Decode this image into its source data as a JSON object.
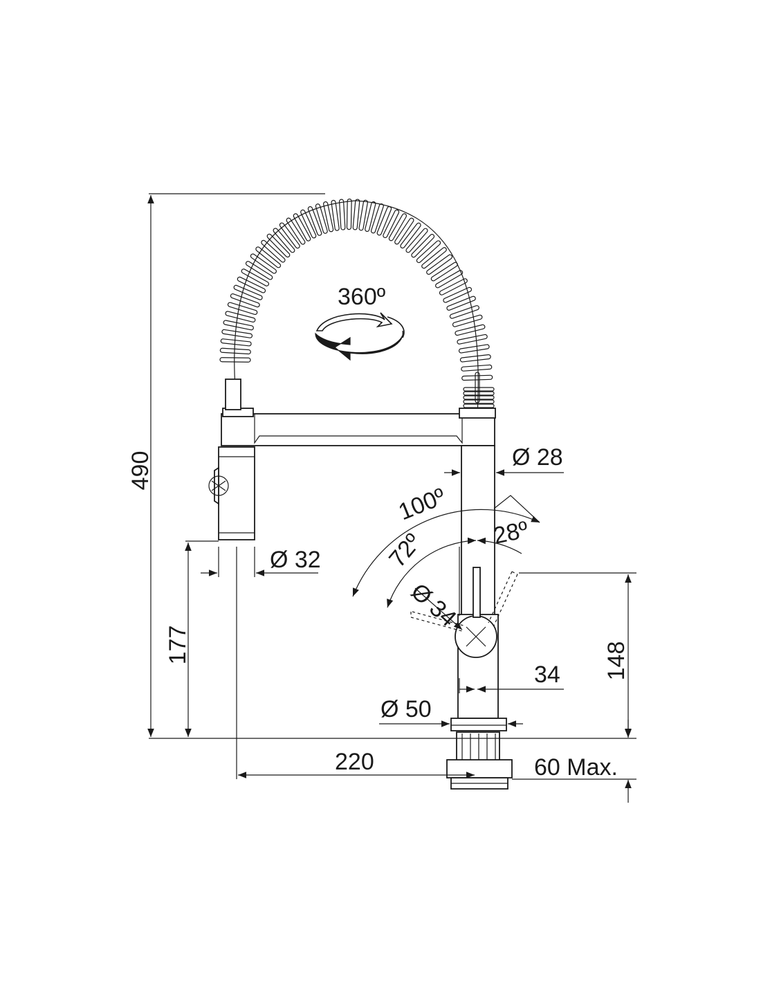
{
  "rotation": {
    "label": "360º",
    "icon": "rotate-360-icon"
  },
  "dimensions": {
    "total_height": "490",
    "spout_height": "177",
    "body_height": "148",
    "reach": "220",
    "spray_diameter": "Ø 32",
    "body_diameter": "Ø 28",
    "lever_diameter": "Ø 34",
    "base_diameter": "Ø 50",
    "lever_offset": "34",
    "counter_thickness": "60 Max."
  },
  "angles": {
    "lever_full": "100º",
    "lever_back": "72º",
    "lever_forward": "28º"
  },
  "colors": {
    "line": "#1a1a1a",
    "background": "#ffffff"
  }
}
